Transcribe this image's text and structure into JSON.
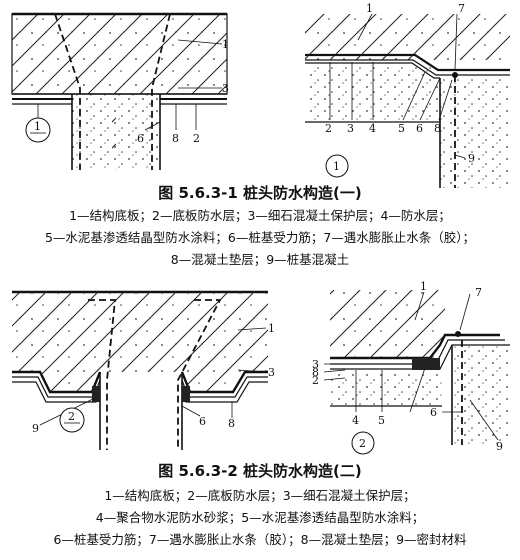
{
  "figure1": {
    "caption": "图 5.6.3-1   桩头防水构造(一)",
    "legend": [
      "1—结构底板；2—底板防水层；3—细石混凝土保护层；4—防水层；",
      "5—水泥基渗透结晶型防水涂料；6—桩基受力筋；7—遇水膨胀止水条（胶）；",
      "8—混凝土垫层；9—桩基混凝土"
    ],
    "left_labels": [
      "1",
      "3",
      "6",
      "8",
      "2"
    ],
    "left_marker": "1",
    "right_labels": [
      "1",
      "7",
      "2",
      "3",
      "4",
      "5",
      "6",
      "8",
      "9"
    ],
    "right_marker": "1"
  },
  "figure2": {
    "caption": "图 5.6.3-2   桩头防水构造(二)",
    "legend": [
      "1—结构底板；2—底板防水层；3—细石混凝土保护层；",
      "4—聚合物水泥防水砂浆；5—水泥基渗透结晶型防水涂料；",
      "6—桩基受力筋；7—遇水膨胀止水条（胶）；8—混凝土垫层；9—密封材料"
    ],
    "left_labels": [
      "1",
      "3",
      "9",
      "6",
      "8"
    ],
    "left_marker": "2",
    "right_labels": [
      "1",
      "7",
      "3",
      "8",
      "2",
      "4",
      "5",
      "6",
      "9"
    ],
    "right_marker": "2"
  }
}
